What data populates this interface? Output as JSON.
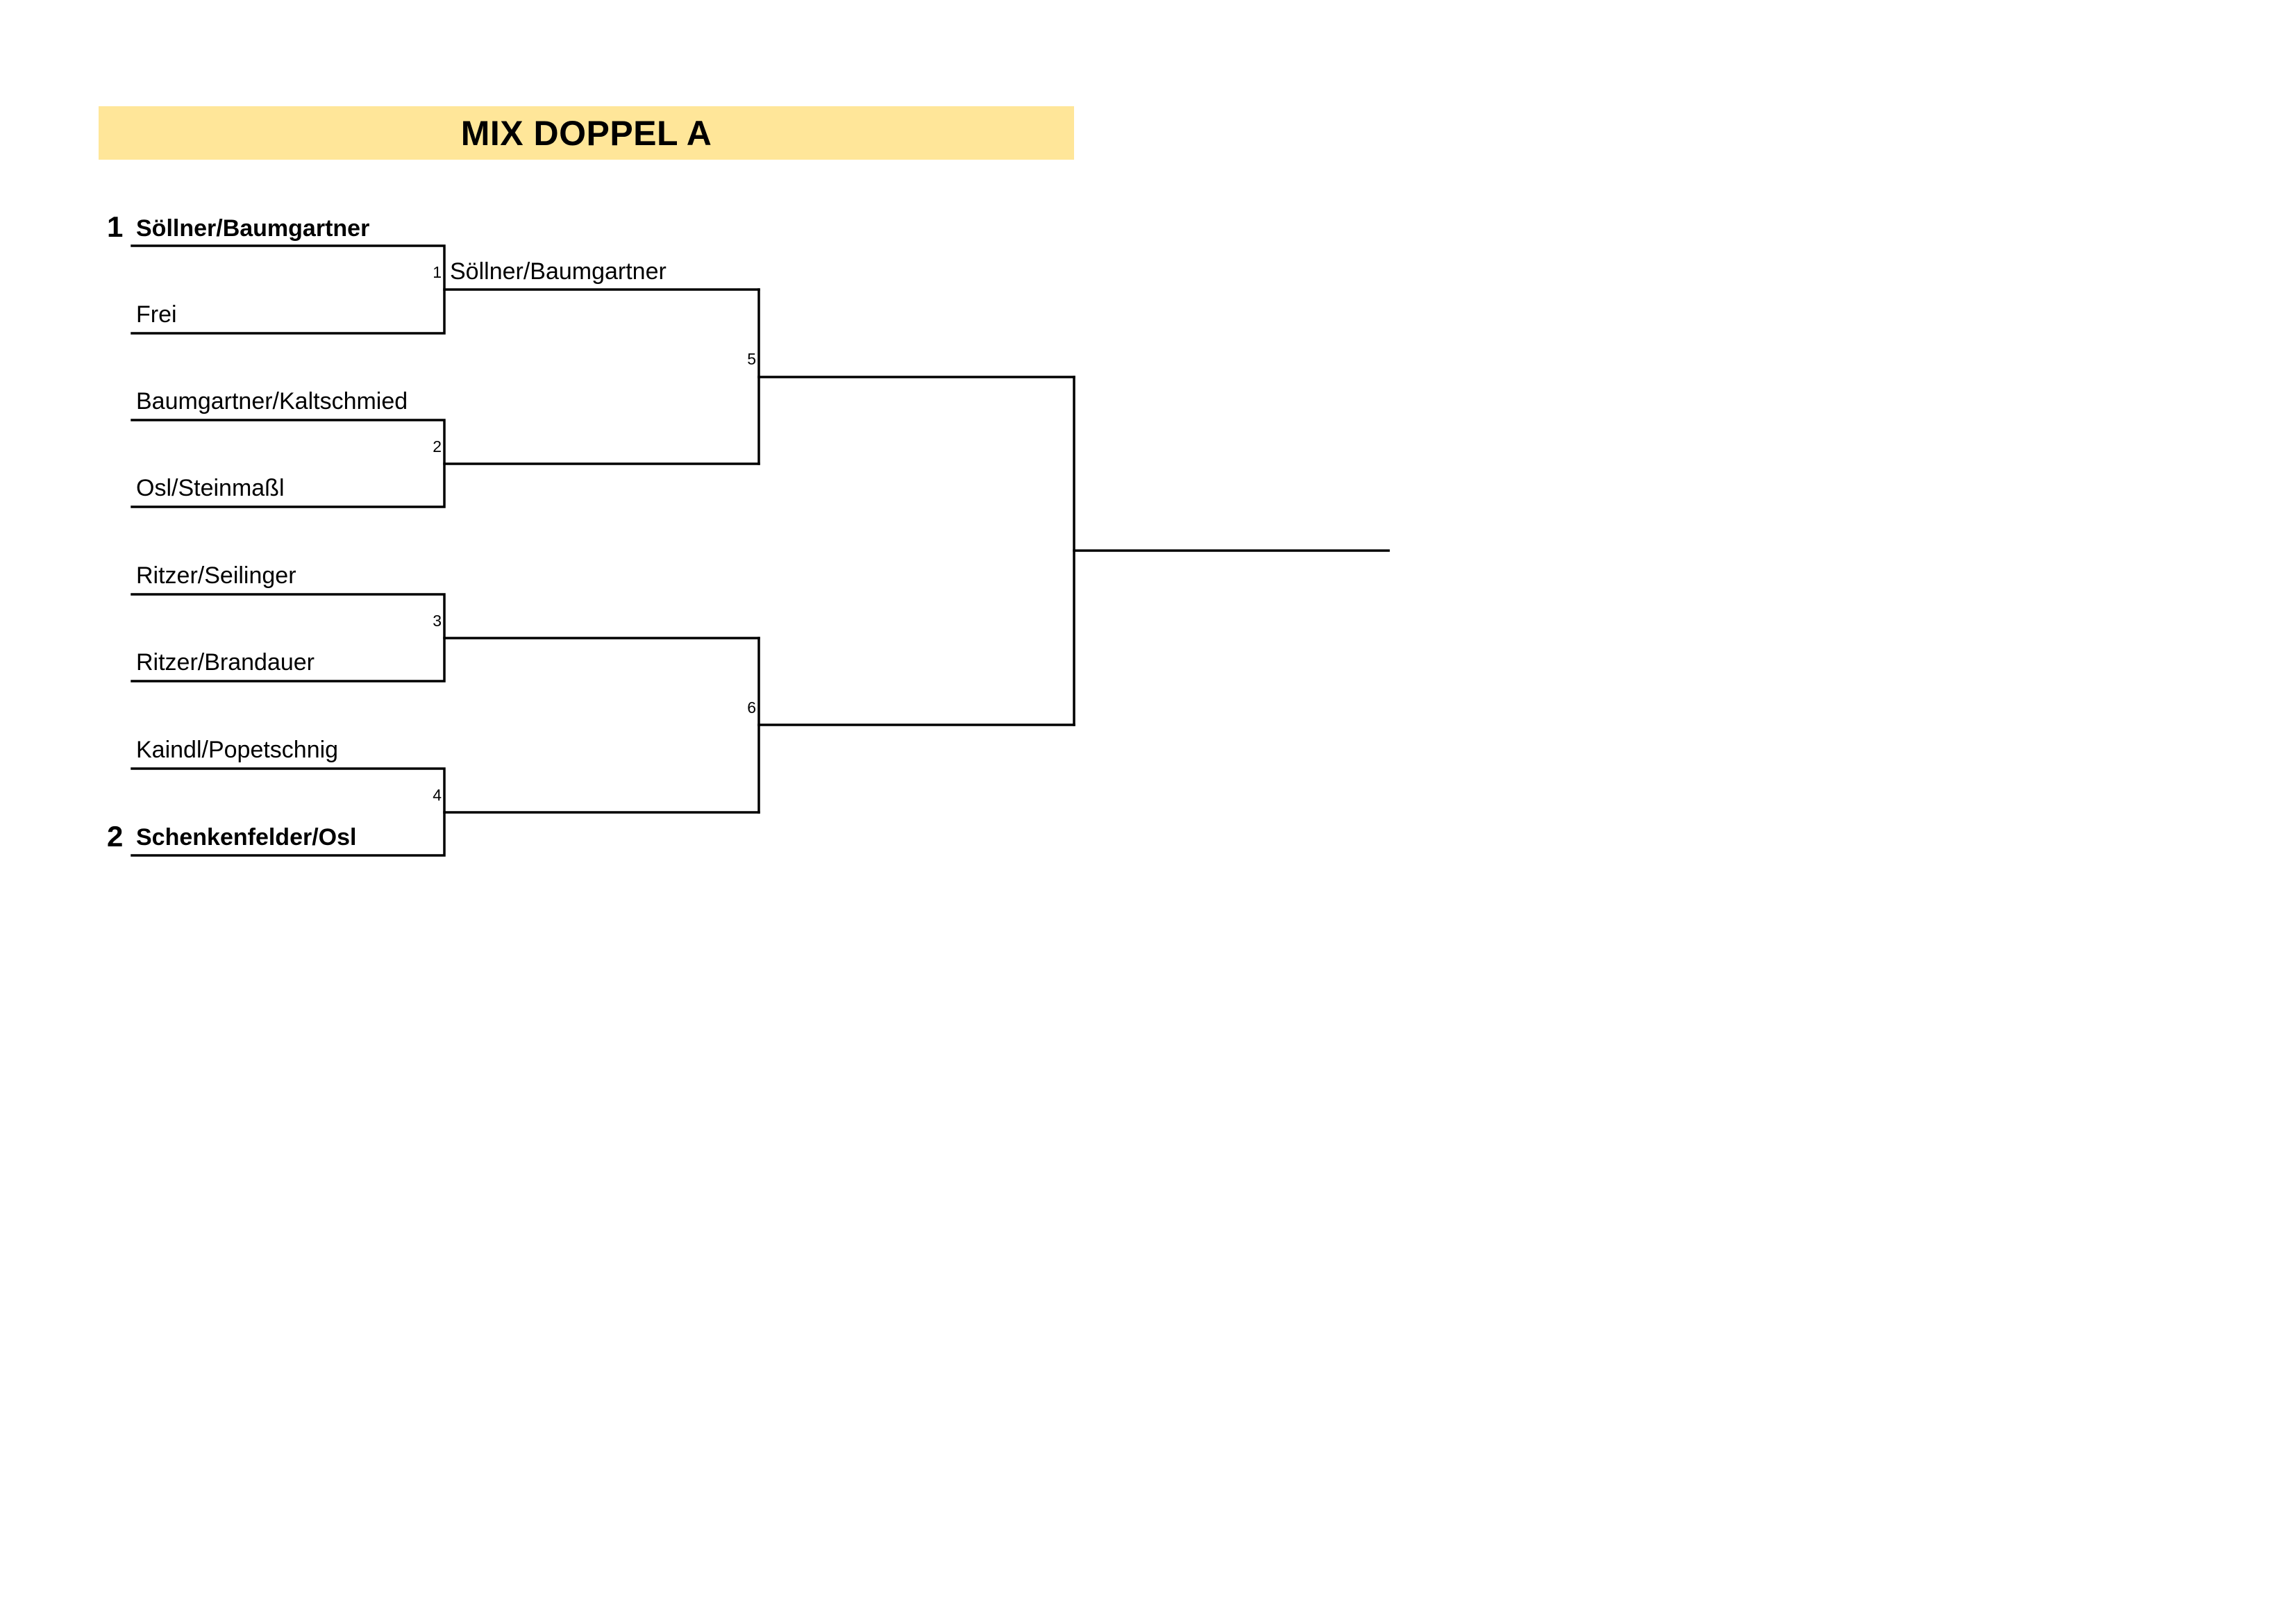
{
  "title": "MIX DOPPEL A",
  "colors": {
    "title_background": "#ffe699",
    "lines": "#000000"
  },
  "round1": [
    {
      "seed": "1",
      "name": "Söllner/Baumgartner",
      "seeded": true
    },
    {
      "seed": "",
      "name": "Frei",
      "seeded": false
    },
    {
      "seed": "",
      "name": "Baumgartner/Kaltschmied",
      "seeded": false
    },
    {
      "seed": "",
      "name": "Osl/Steinmaßl",
      "seeded": false
    },
    {
      "seed": "",
      "name": "Ritzer/Seilinger",
      "seeded": false
    },
    {
      "seed": "",
      "name": "Ritzer/Brandauer",
      "seeded": false
    },
    {
      "seed": "",
      "name": "Kaindl/Popetschnig",
      "seeded": false
    },
    {
      "seed": "2",
      "name": "Schenkenfelder/Osl",
      "seeded": true
    }
  ],
  "matches": {
    "m1": {
      "number": "1",
      "winner": "Söllner/Baumgartner"
    },
    "m2": {
      "number": "2",
      "winner": ""
    },
    "m3": {
      "number": "3",
      "winner": ""
    },
    "m4": {
      "number": "4",
      "winner": ""
    },
    "m5": {
      "number": "5",
      "winner": ""
    },
    "m6": {
      "number": "6",
      "winner": ""
    }
  }
}
